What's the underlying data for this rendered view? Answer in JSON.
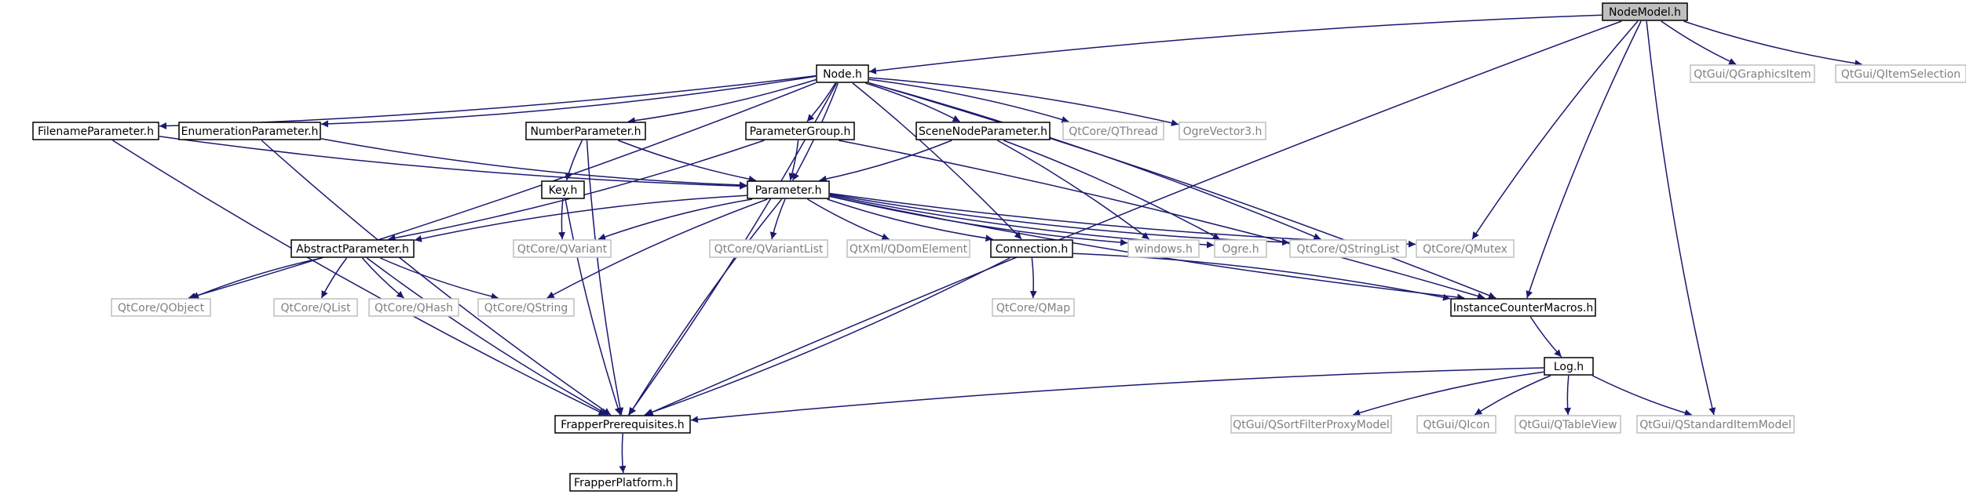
{
  "graph": {
    "title": "NodeModel.h",
    "root": "NodeModel.h",
    "nodes": [
      {
        "id": "nodemodel",
        "label": "NodeModel.h",
        "kind": "root"
      },
      {
        "id": "node",
        "label": "Node.h",
        "kind": "project"
      },
      {
        "id": "qgraphicsitem",
        "label": "QtGui/QGraphicsItem",
        "kind": "external"
      },
      {
        "id": "qitemselection",
        "label": "QtGui/QItemSelection",
        "kind": "external"
      },
      {
        "id": "filenameparam",
        "label": "FilenameParameter.h",
        "kind": "project"
      },
      {
        "id": "enumparam",
        "label": "EnumerationParameter.h",
        "kind": "project"
      },
      {
        "id": "numberparam",
        "label": "NumberParameter.h",
        "kind": "project"
      },
      {
        "id": "paramgroup",
        "label": "ParameterGroup.h",
        "kind": "project"
      },
      {
        "id": "scenenodeparam",
        "label": "SceneNodeParameter.h",
        "kind": "project"
      },
      {
        "id": "qthread",
        "label": "QtCore/QThread",
        "kind": "external"
      },
      {
        "id": "ogrevector3",
        "label": "OgreVector3.h",
        "kind": "external"
      },
      {
        "id": "key",
        "label": "Key.h",
        "kind": "project"
      },
      {
        "id": "parameter",
        "label": "Parameter.h",
        "kind": "project"
      },
      {
        "id": "abstractparam",
        "label": "AbstractParameter.h",
        "kind": "project"
      },
      {
        "id": "qvariant",
        "label": "QtCore/QVariant",
        "kind": "external"
      },
      {
        "id": "qvariantlist",
        "label": "QtCore/QVariantList",
        "kind": "external"
      },
      {
        "id": "qdomelement",
        "label": "QtXml/QDomElement",
        "kind": "external"
      },
      {
        "id": "connection",
        "label": "Connection.h",
        "kind": "project"
      },
      {
        "id": "windows",
        "label": "windows.h",
        "kind": "external"
      },
      {
        "id": "ogre",
        "label": "Ogre.h",
        "kind": "external"
      },
      {
        "id": "qstringlist",
        "label": "QtCore/QStringList",
        "kind": "external"
      },
      {
        "id": "qmutex",
        "label": "QtCore/QMutex",
        "kind": "external"
      },
      {
        "id": "qobject",
        "label": "QtCore/QObject",
        "kind": "external"
      },
      {
        "id": "qlist",
        "label": "QtCore/QList",
        "kind": "external"
      },
      {
        "id": "qhash",
        "label": "QtCore/QHash",
        "kind": "external"
      },
      {
        "id": "qstring",
        "label": "QtCore/QString",
        "kind": "external"
      },
      {
        "id": "qmap",
        "label": "QtCore/QMap",
        "kind": "external"
      },
      {
        "id": "instancecounter",
        "label": "InstanceCounterMacros.h",
        "kind": "project"
      },
      {
        "id": "log",
        "label": "Log.h",
        "kind": "project"
      },
      {
        "id": "frapperprereq",
        "label": "FrapperPrerequisites.h",
        "kind": "project"
      },
      {
        "id": "qsortfilter",
        "label": "QtGui/QSortFilterProxyModel",
        "kind": "external"
      },
      {
        "id": "qicon",
        "label": "QtGui/QIcon",
        "kind": "external"
      },
      {
        "id": "qtableview",
        "label": "QtGui/QTableView",
        "kind": "external"
      },
      {
        "id": "qstandarditem",
        "label": "QtGui/QStandardItemModel",
        "kind": "external"
      },
      {
        "id": "frapperplatform",
        "label": "FrapperPlatform.h",
        "kind": "project"
      }
    ],
    "edges": [
      [
        "nodemodel",
        "node"
      ],
      [
        "nodemodel",
        "qgraphicsitem"
      ],
      [
        "nodemodel",
        "qitemselection"
      ],
      [
        "nodemodel",
        "qmutex"
      ],
      [
        "nodemodel",
        "instancecounter"
      ],
      [
        "nodemodel",
        "frapperprereq"
      ],
      [
        "nodemodel",
        "qstandarditem"
      ],
      [
        "node",
        "filenameparam"
      ],
      [
        "node",
        "enumparam"
      ],
      [
        "node",
        "numberparam"
      ],
      [
        "node",
        "paramgroup"
      ],
      [
        "node",
        "scenenodeparam"
      ],
      [
        "node",
        "qthread"
      ],
      [
        "node",
        "ogrevector3"
      ],
      [
        "node",
        "parameter"
      ],
      [
        "node",
        "connection"
      ],
      [
        "node",
        "qobject"
      ],
      [
        "node",
        "qstringlist"
      ],
      [
        "node",
        "instancecounter"
      ],
      [
        "node",
        "frapperprereq"
      ],
      [
        "filenameparam",
        "parameter"
      ],
      [
        "filenameparam",
        "frapperprereq"
      ],
      [
        "enumparam",
        "parameter"
      ],
      [
        "enumparam",
        "frapperprereq"
      ],
      [
        "numberparam",
        "key"
      ],
      [
        "numberparam",
        "parameter"
      ],
      [
        "numberparam",
        "frapperprereq"
      ],
      [
        "paramgroup",
        "parameter"
      ],
      [
        "paramgroup",
        "abstractparam"
      ],
      [
        "paramgroup",
        "instancecounter"
      ],
      [
        "scenenodeparam",
        "parameter"
      ],
      [
        "scenenodeparam",
        "windows"
      ],
      [
        "scenenodeparam",
        "ogre"
      ],
      [
        "key",
        "qvariant"
      ],
      [
        "key",
        "frapperprereq"
      ],
      [
        "parameter",
        "abstractparam"
      ],
      [
        "parameter",
        "qvariant"
      ],
      [
        "parameter",
        "qvariantlist"
      ],
      [
        "parameter",
        "qdomelement"
      ],
      [
        "parameter",
        "connection"
      ],
      [
        "parameter",
        "windows"
      ],
      [
        "parameter",
        "ogre"
      ],
      [
        "parameter",
        "qstringlist"
      ],
      [
        "parameter",
        "qmutex"
      ],
      [
        "parameter",
        "qstring"
      ],
      [
        "parameter",
        "instancecounter"
      ],
      [
        "parameter",
        "frapperprereq"
      ],
      [
        "abstractparam",
        "qobject"
      ],
      [
        "abstractparam",
        "qlist"
      ],
      [
        "abstractparam",
        "qhash"
      ],
      [
        "abstractparam",
        "qstring"
      ],
      [
        "abstractparam",
        "frapperprereq"
      ],
      [
        "connection",
        "qmap"
      ],
      [
        "connection",
        "instancecounter"
      ],
      [
        "connection",
        "frapperprereq"
      ],
      [
        "instancecounter",
        "log"
      ],
      [
        "log",
        "frapperprereq"
      ],
      [
        "log",
        "qsortfilter"
      ],
      [
        "log",
        "qicon"
      ],
      [
        "log",
        "qtableview"
      ],
      [
        "log",
        "qstandarditem"
      ],
      [
        "frapperprereq",
        "frapperplatform"
      ]
    ]
  }
}
